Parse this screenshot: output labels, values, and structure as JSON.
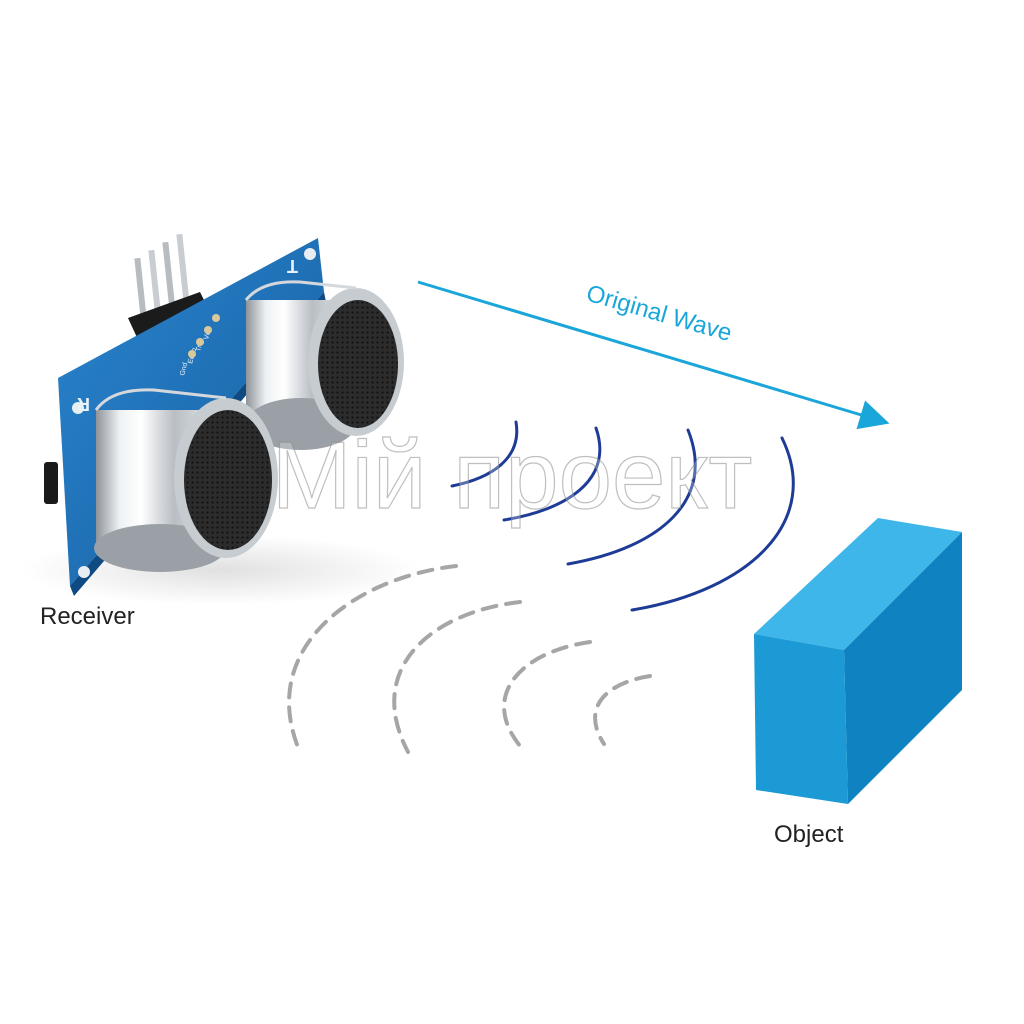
{
  "labels": {
    "receiver": "Receiver",
    "object": "Object",
    "wave": "Original Wave",
    "transmitter_mark": "T",
    "receiver_mark": "R",
    "pin_vcc": "Vcc",
    "pin_trig": "Trig",
    "pin_echo": "Echo",
    "pin_gnd": "Gnd"
  },
  "watermark": "Мій проект",
  "colors": {
    "wave_arrow": "#1aa6d8",
    "emitted_wave": "#1e3c96",
    "reflected_wave": "#a6a6a6",
    "object": "#1b9ad6",
    "board": "#1f6fb5"
  },
  "icons": {
    "sensor": "ultrasonic-sensor-module",
    "arrow": "arrow-right"
  }
}
